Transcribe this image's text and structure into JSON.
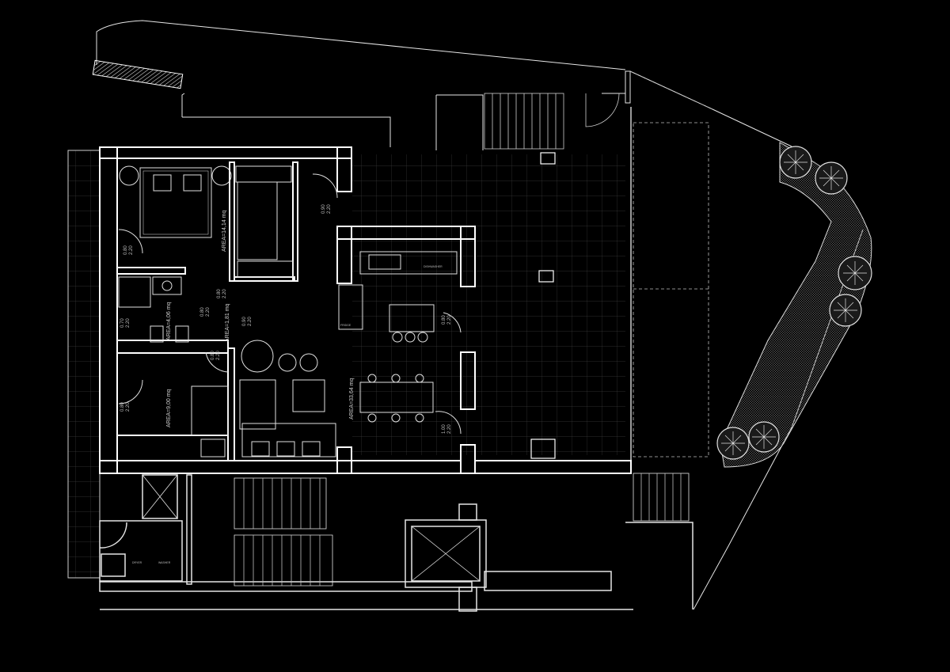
{
  "colors": {
    "background": "#000000",
    "lines": "#ffffff",
    "grid": "#3a3a3a",
    "hatch": "#9a9a9a"
  },
  "rooms": {
    "bedroom": {
      "area": "AREA=14,14 mq"
    },
    "bathroom": {
      "area": "AREA=4,06 mq"
    },
    "corridor": {
      "area": "AREA=1,81 mq"
    },
    "study": {
      "area": "AREA=9,00 mq"
    },
    "living": {
      "area": "AREA=33,64 mq"
    }
  },
  "doors": {
    "d1": {
      "w": "0.80",
      "h": "2.20"
    },
    "d2": {
      "w": "0.90",
      "h": "2.20"
    },
    "d3": {
      "w": "0.70",
      "h": "2.20"
    },
    "d4": {
      "w": "0.80",
      "h": "2.20"
    },
    "d5": {
      "w": "0.80",
      "h": "2.20"
    },
    "d6": {
      "w": "0.80",
      "h": "2.20"
    },
    "d7": {
      "w": "0.80",
      "h": "2.20"
    },
    "d8": {
      "w": "0.90",
      "h": "2.20"
    },
    "d9": {
      "w": "0.80",
      "h": "2.20"
    },
    "d10": {
      "w": "1.00",
      "h": "2.20"
    }
  },
  "appliance_labels": {
    "a1": "DISHWASHER",
    "a2": "FRIDGE",
    "a3": "DRYER",
    "a4": "WASHER"
  }
}
